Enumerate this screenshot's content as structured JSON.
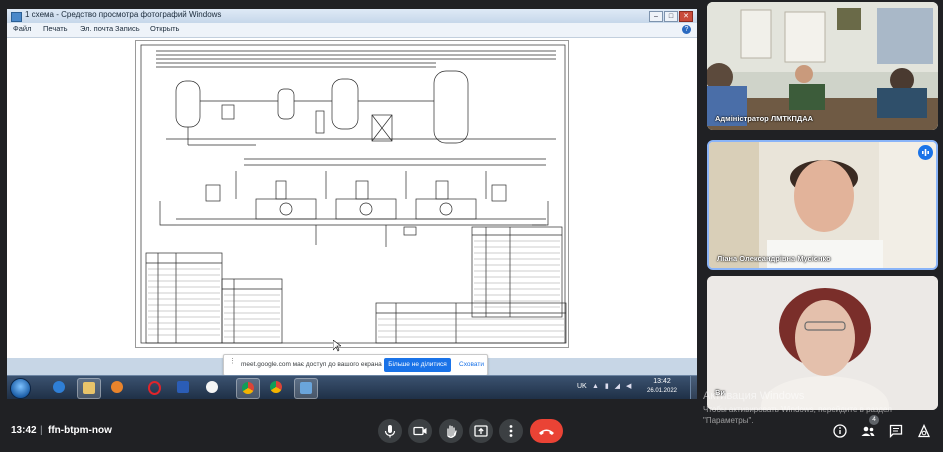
{
  "viewer": {
    "title": "1 схема - Средство просмотра фотографий Windows",
    "menu": [
      "Файл",
      "Печать",
      "Эл. почта",
      "Запись",
      "Открыть"
    ],
    "window_controls": [
      "–",
      "□",
      "✕"
    ],
    "help": "?"
  },
  "share_banner": {
    "text": "meet.google.com має доступ до вашого екрана",
    "stop_label": "Більше не ділитися",
    "hide_label": "Сховати"
  },
  "taskbar": {
    "apps": [
      "internet-explorer-icon",
      "file-explorer-icon",
      "media-player-icon",
      "opera-icon",
      "word-icon",
      "yandex-icon",
      "chrome-icon",
      "chrome-profile-icon",
      "photo-viewer-icon"
    ],
    "lang": "UK",
    "time": "13:42",
    "date": "26.01.2022"
  },
  "participants": [
    {
      "name": "Адміністратор ЛМТКПДАА"
    },
    {
      "name": "Ліана Олександрівна Мусієнко"
    },
    {
      "name": "Ви"
    }
  ],
  "activation": {
    "title": "Активация Windows",
    "text": "Чтобы активировать Windows, перейдите в раздел \"Параметры\"."
  },
  "meet_bar": {
    "time": "13:42",
    "separator": "|",
    "meeting_code": "ffn-btpm-now",
    "participant_count": "4"
  },
  "colors": {
    "meet_bg": "#202124",
    "end_call": "#ea4335",
    "share_blue": "#1a73e8",
    "active_speaker": "#8ab4f8"
  }
}
